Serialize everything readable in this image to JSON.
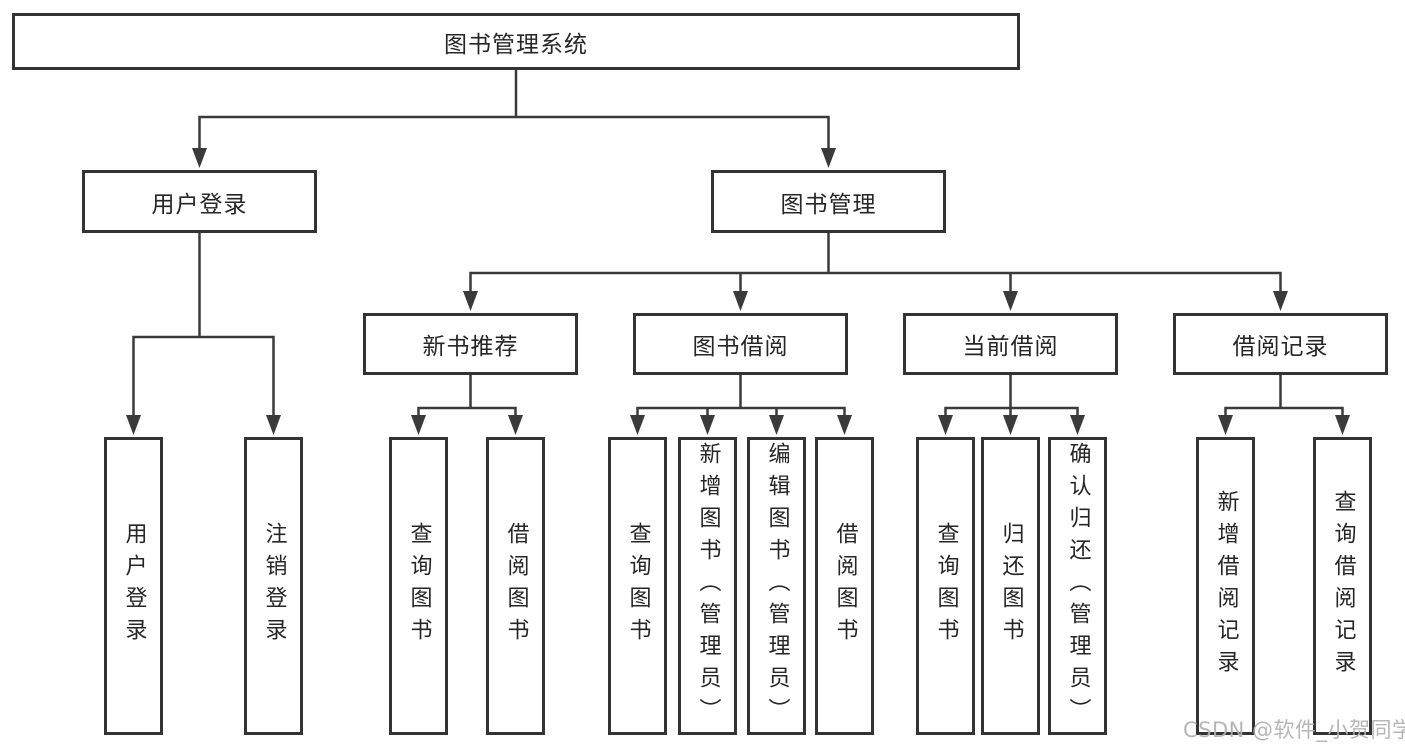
{
  "title": "图书管理系统",
  "watermark": "CSDN @软件_小贺同学",
  "colors": {
    "background": "#ffffff",
    "line": "#3a3a3a",
    "box_border": "#333333",
    "text": "#262626",
    "watermark": "#b0b0b0"
  },
  "tree": {
    "root": {
      "label": "图书管理系统",
      "children": [
        {
          "label": "用户登录",
          "children": [
            {
              "label": "用户登录"
            },
            {
              "label": "注销登录"
            }
          ]
        },
        {
          "label": "图书管理",
          "children": [
            {
              "label": "新书推荐",
              "children": [
                {
                  "label": "查询图书"
                },
                {
                  "label": "借阅图书"
                }
              ]
            },
            {
              "label": "图书借阅",
              "children": [
                {
                  "label": "查询图书"
                },
                {
                  "label": "新增图书（管理员）"
                },
                {
                  "label": "编辑图书（管理员）"
                },
                {
                  "label": "借阅图书"
                }
              ]
            },
            {
              "label": "当前借阅",
              "children": [
                {
                  "label": "查询图书"
                },
                {
                  "label": "归还图书"
                },
                {
                  "label": "确认归还（管理员）"
                }
              ]
            },
            {
              "label": "借阅记录",
              "children": [
                {
                  "label": "新增借阅记录"
                },
                {
                  "label": "查询借阅记录"
                }
              ]
            }
          ]
        }
      ]
    }
  }
}
